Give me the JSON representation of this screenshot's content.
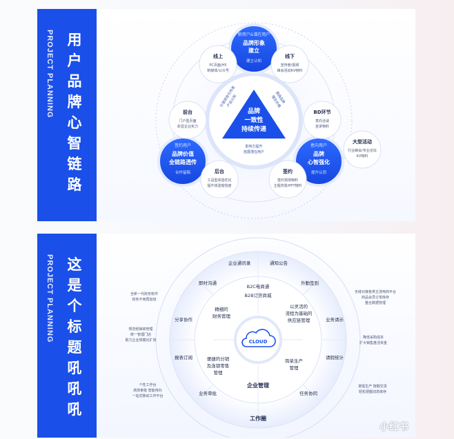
{
  "panel1": {
    "side_en": "PROJECT PLANNING",
    "side_cn": "用户品牌心智链路",
    "triangle": {
      "lines": [
        "品牌",
        "一致性",
        "持续传递"
      ]
    },
    "arrow_labels": {
      "left": "价值观吸引传递\n产品认知",
      "right": "强调品牌\n理念价值",
      "bottom": "影响力提升\n拓展潜在用户"
    },
    "nodes": {
      "top": {
        "sub": "新用户&潜在用户",
        "title1": "品牌形象",
        "title2": "建立",
        "note": "建立认知"
      },
      "left": {
        "sub": "签约用户",
        "title1": "品牌价值",
        "title2": "全链路透传",
        "note": "合作留稿"
      },
      "right": {
        "sub": "意向用户",
        "title1": "品牌",
        "title2": "心智强化",
        "note": "提升认同"
      }
    },
    "channels": {
      "online": {
        "title": "线上",
        "l1": "PC页面/H5",
        "l2": "新媒体/公众号"
      },
      "offline": {
        "title": "线下",
        "l1": "宣传册/视频",
        "l2": "峰会活动KV物料"
      },
      "front": {
        "title": "前台",
        "l1": "门户型页面",
        "l2": "彰显企业实力"
      },
      "bd": {
        "title": "BD环节",
        "l1": "意向洽谈",
        "l2": "宣讲物料"
      },
      "event": {
        "title": "大型活动",
        "l1": "行业峰会/专业论坛",
        "l2": "KV物料"
      },
      "back": {
        "title": "后台",
        "l1": "工具型体验优化",
        "l2": "提升体验愉悦度"
      },
      "sign": {
        "title": "签约",
        "l1": "签约现场物料",
        "l2": "主题背景/PPT物料"
      }
    }
  },
  "panel2": {
    "side_en": "PROJECT PLANNING",
    "side_cn": "这是个标题吼吼吼",
    "center": "CLOUD",
    "inner": [
      "精细的\n财务管理",
      "以灵活的\n流程为基础的\n供应链管理",
      "简单生产\n管理",
      "便捷的分销\n及连锁零售\n管理"
    ],
    "inner_top": [
      "B2C电商通",
      "B2B订货商城"
    ],
    "inner_bottom": "企业管理",
    "outer": [
      "即时沟通",
      "外勤签到",
      "分享协作",
      "业务请示",
      "报表订阅",
      "请假统计",
      "业务审批",
      "任务协同"
    ],
    "outer_top": [
      "企业通讯录",
      "通知公告"
    ],
    "outer_bottom": "工作圈",
    "notes_left": [
      "全新一代财务软件\n财务不用再加班",
      "规范经销商管理\n统一管理门店\n助力企业规模化扩张",
      "个性工作台\n高效审批 智能待办\n一站式移动工作平台"
    ],
    "notes_right": [
      "无缝对接各类主流电商平台\n商品会员订单库存\n整合数据管理",
      "降低采购成本\n扩大销售盘活资金",
      "按需生产 按期交货\n轻松把握动态库存"
    ]
  },
  "watermark": "小红书",
  "colors": {
    "brand_blue": "#1a4fea",
    "node_blue": "#1f5cf0",
    "text_dark": "#1f2a4d",
    "text_gray": "#4a5578"
  }
}
